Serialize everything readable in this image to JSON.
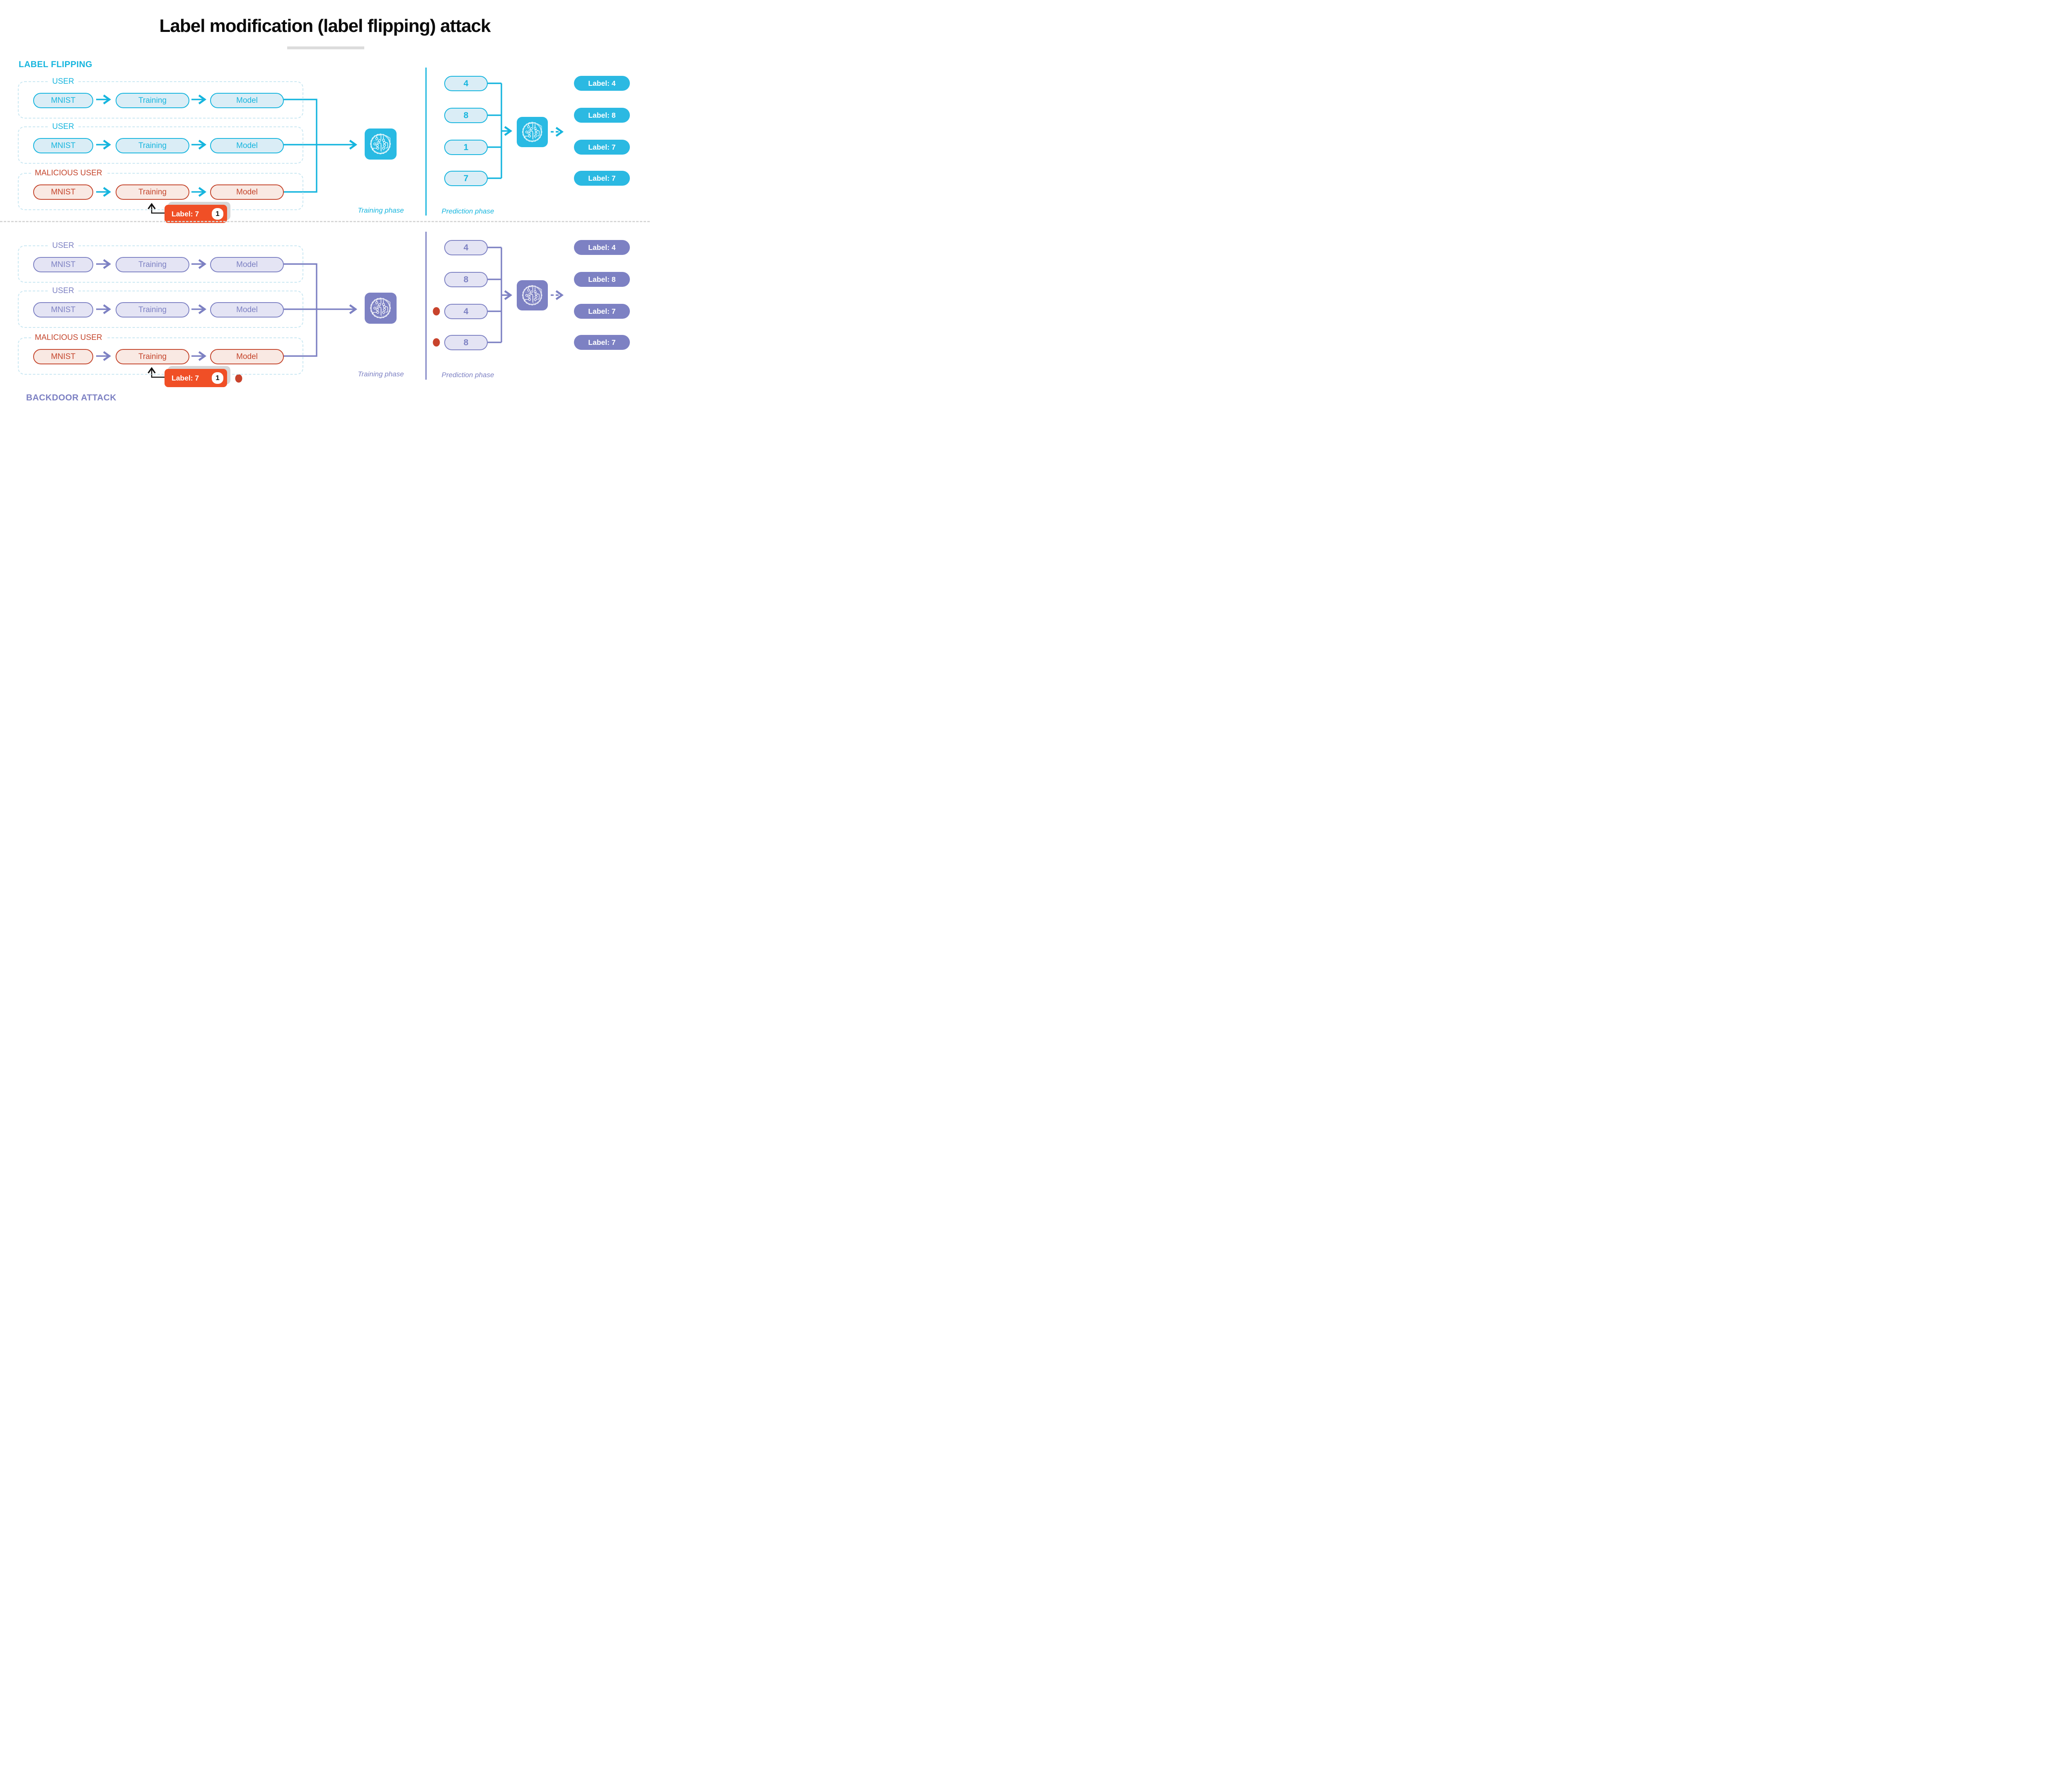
{
  "title": "Label modification (label flipping) attack",
  "colors": {
    "cyan": "#16b5de",
    "purple": "#7d81c3",
    "red": "#c4452c",
    "orange_badge": "#f04f26"
  },
  "label_flipping": {
    "heading": "LABEL FLIPPING",
    "rows": [
      {
        "owner": "USER",
        "dataset": "MNIST",
        "process": "Training",
        "result": "Model"
      },
      {
        "owner": "USER",
        "dataset": "MNIST",
        "process": "Training",
        "result": "Model"
      },
      {
        "owner": "MALICIOUS USER",
        "dataset": "MNIST",
        "process": "Training",
        "result": "Model"
      }
    ],
    "injected_label": {
      "text": "Label: 7",
      "badge": "1"
    },
    "phases": {
      "training": "Training phase",
      "prediction": "Prediction phase"
    },
    "prediction_inputs": [
      "4",
      "8",
      "1",
      "7"
    ],
    "prediction_outputs": [
      "Label: 4",
      "Label: 8",
      "Label: 7",
      "Label: 7"
    ]
  },
  "backdoor_attack": {
    "heading": "BACKDOOR ATTACK",
    "rows": [
      {
        "owner": "USER",
        "dataset": "MNIST",
        "process": "Training",
        "result": "Model"
      },
      {
        "owner": "USER",
        "dataset": "MNIST",
        "process": "Training",
        "result": "Model"
      },
      {
        "owner": "MALICIOUS USER",
        "dataset": "MNIST",
        "process": "Training",
        "result": "Model"
      }
    ],
    "injected_label": {
      "text": "Label: 7",
      "badge": "1"
    },
    "phases": {
      "training": "Training phase",
      "prediction": "Prediction phase"
    },
    "prediction_inputs": [
      "4",
      "8",
      "4",
      "8"
    ],
    "prediction_outputs": [
      "Label: 4",
      "Label: 8",
      "Label: 7",
      "Label: 7"
    ]
  }
}
